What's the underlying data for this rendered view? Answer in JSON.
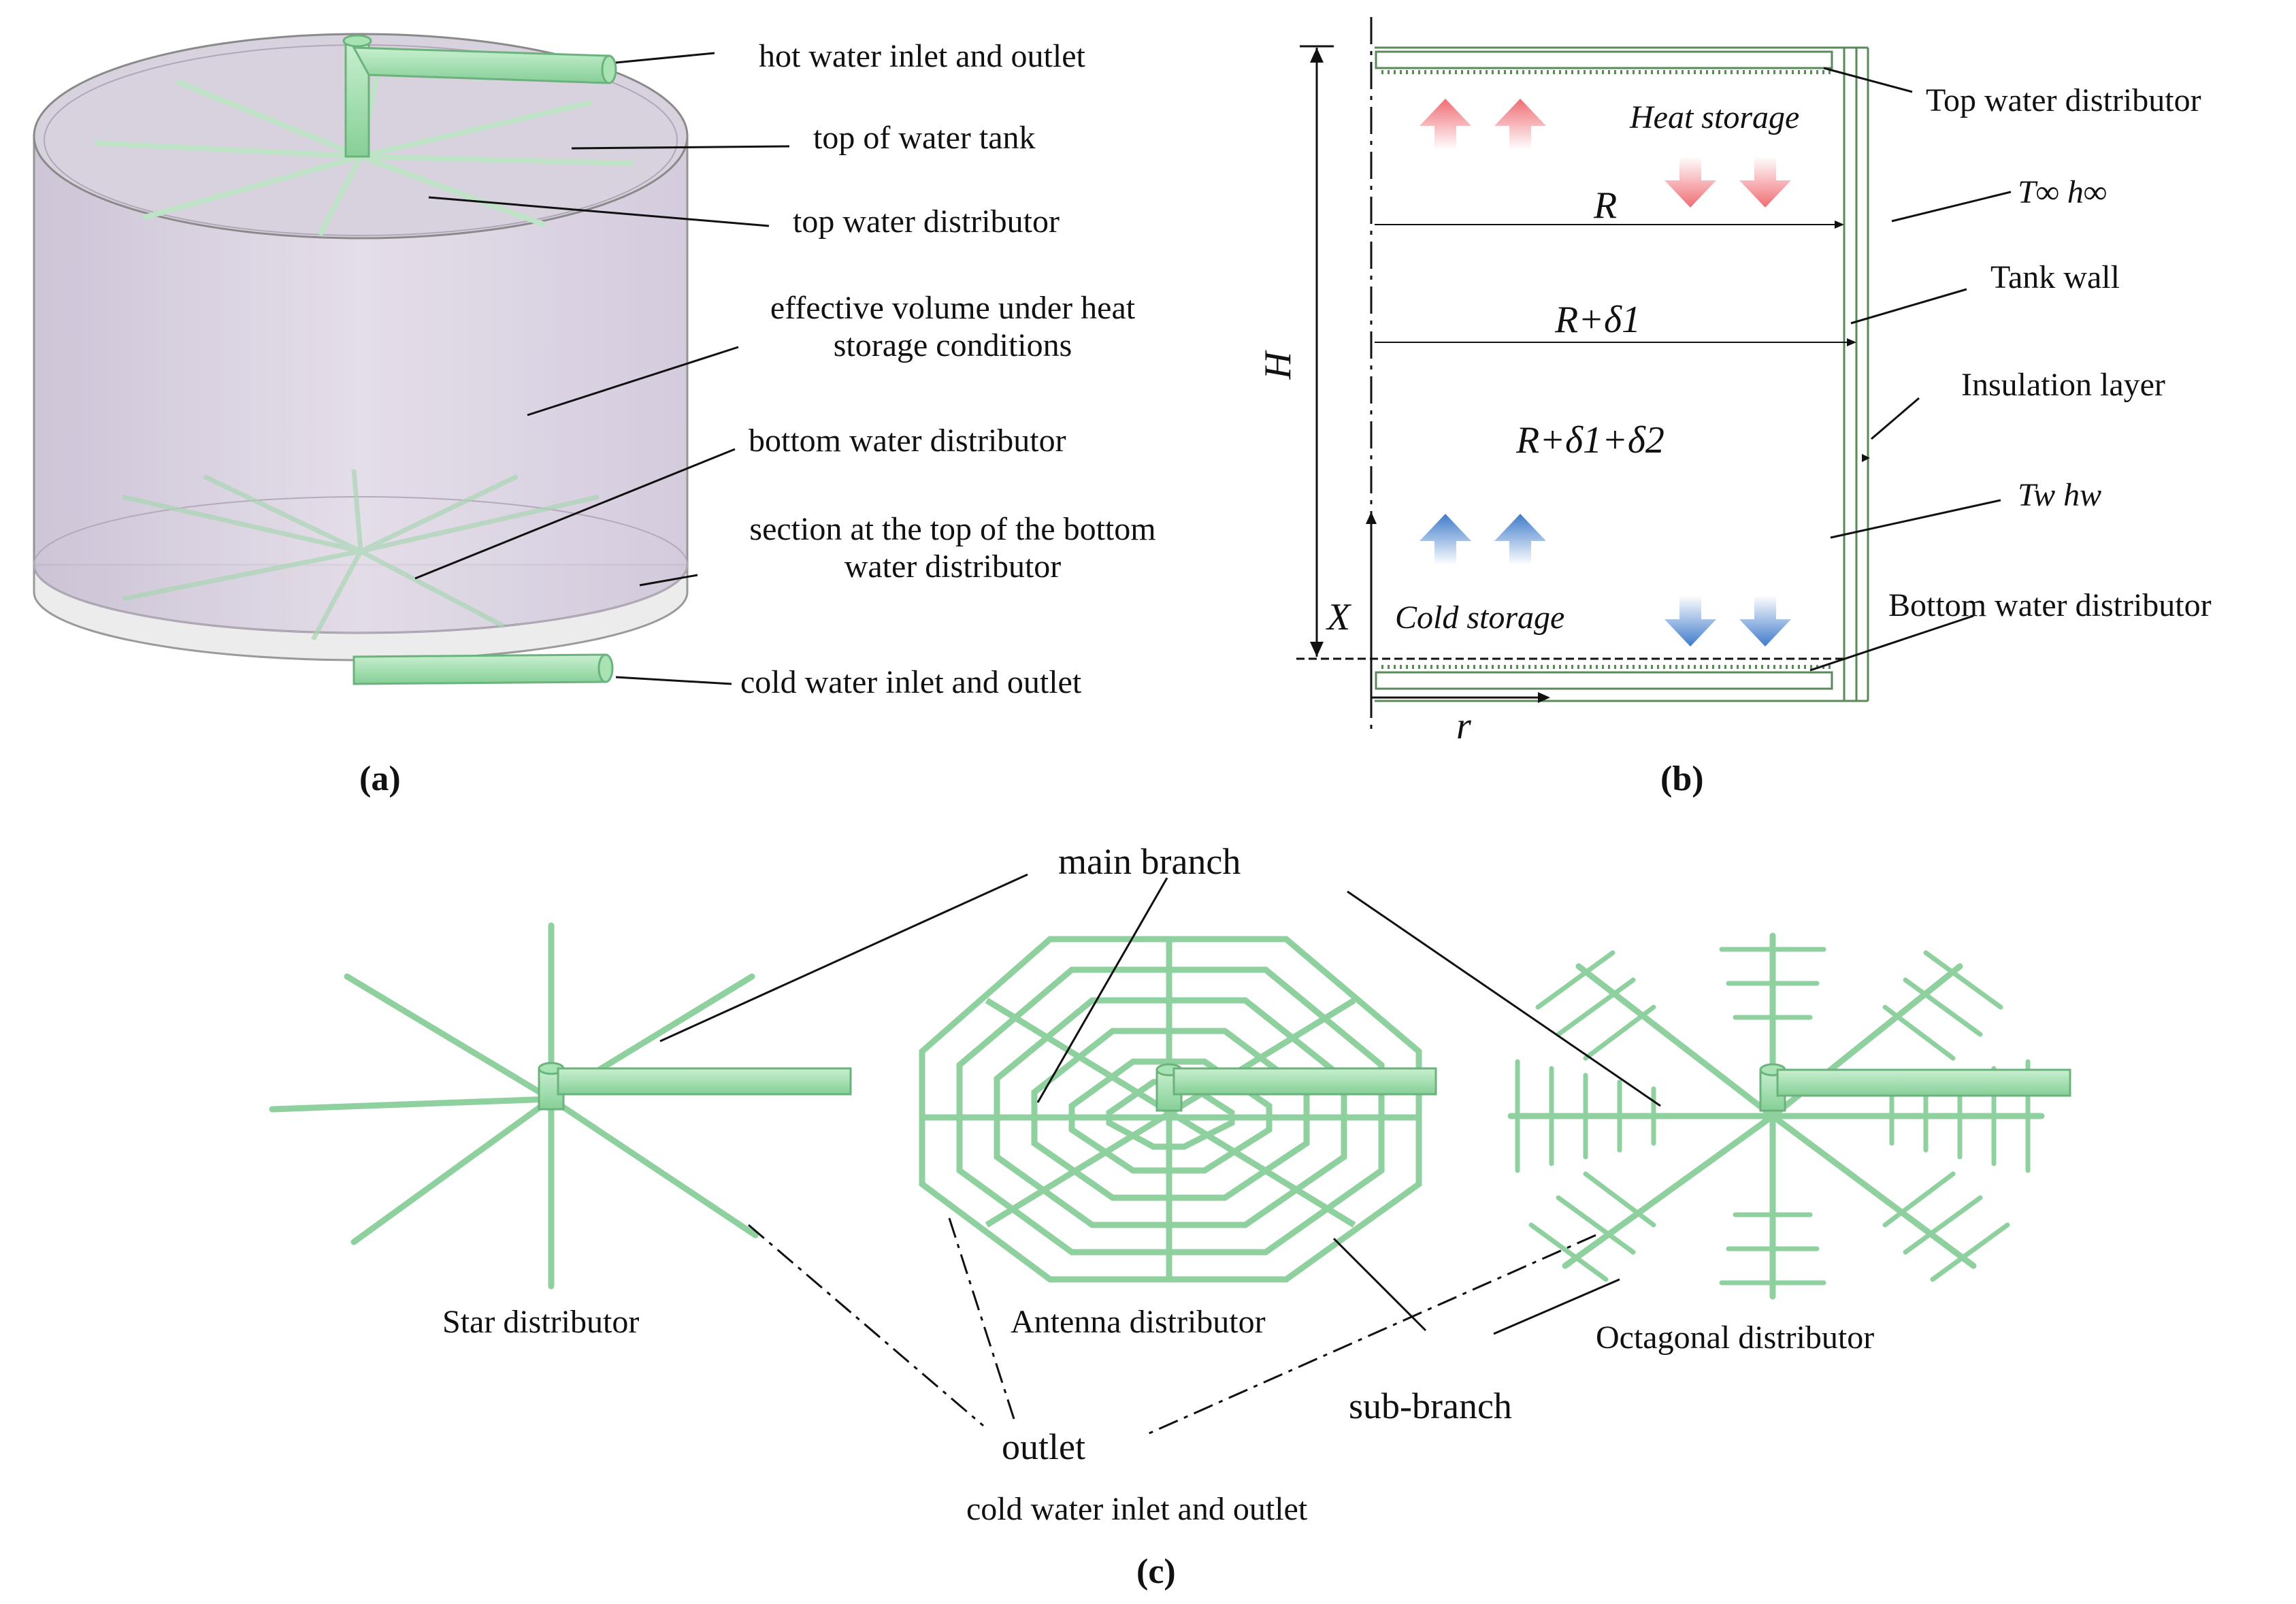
{
  "panel_a": {
    "caption": "(a)",
    "labels": {
      "hot_inlet": "hot water inlet and outlet",
      "tank_top": "top of water tank",
      "top_distributor": "top water distributor",
      "effective_volume_1": "effective volume under heat",
      "effective_volume_2": "storage conditions",
      "bottom_distributor": "bottom water distributor",
      "section_1": "section at the top of the bottom",
      "section_2": "water distributor",
      "cold_inlet": "cold water inlet and outlet"
    }
  },
  "panel_b": {
    "caption": "(b)",
    "labels": {
      "top_distributor": "Top water distributor",
      "heat_storage": "Heat storage",
      "R": "R",
      "T_inf": "T∞ h∞",
      "R_delta1": "R+δ1",
      "tank_wall": "Tank wall",
      "H": "H",
      "insulation": "Insulation layer",
      "R_delta12": "R+δ1+δ2",
      "Tw": "Tw hw",
      "cold_storage": "Cold storage",
      "X": "X",
      "bottom_distributor": "Bottom water distributor",
      "r": "r"
    },
    "colors": {
      "heat_arrow": "#f07b80",
      "cold_arrow": "#4f86cf",
      "wall": "#5a8a5a"
    }
  },
  "panel_c": {
    "caption": "(c)",
    "labels": {
      "main_branch": "main branch",
      "star": "Star distributor",
      "antenna": "Antenna distributor",
      "octagonal": "Octagonal distributor",
      "sub_branch": "sub-branch",
      "outlet": "outlet",
      "cold_inlet": "cold water inlet and outlet"
    },
    "colors": {
      "pipe": "#a8e3b4",
      "pipe_edge": "#6bb27c"
    }
  },
  "colors": {
    "tank_fill": "#d9cfe0",
    "tank_edge": "#8a8a8a"
  }
}
